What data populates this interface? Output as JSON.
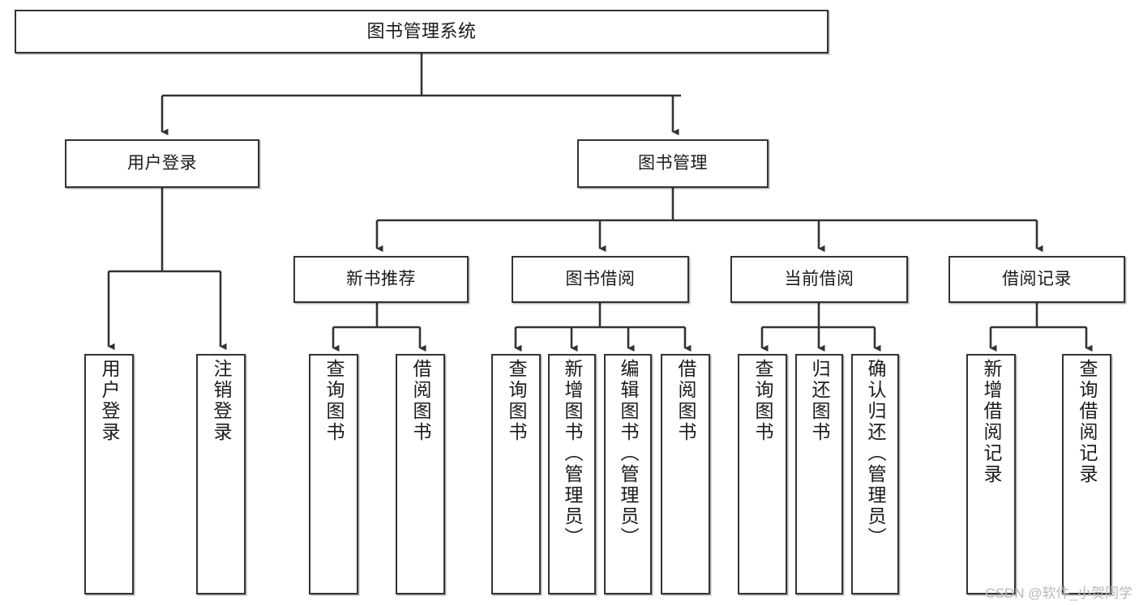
{
  "diagram": {
    "title": "图书管理系统",
    "type": "tree-hierarchy-chart",
    "watermark": "CSDN @软件_小贺同学",
    "colors": {
      "stroke": "#333333",
      "fill": "#ffffff",
      "text": "#1b1b1b",
      "watermark": "#b9b9b9"
    },
    "nodes": {
      "root": {
        "label": "图书管理系统",
        "level": 1,
        "orientation": "horizontal"
      },
      "level2": [
        {
          "id": "user-login",
          "label": "用户登录",
          "orientation": "horizontal"
        },
        {
          "id": "book-management",
          "label": "图书管理",
          "orientation": "horizontal"
        }
      ],
      "level3": [
        {
          "id": "new-book-recommend",
          "label": "新书推荐",
          "orientation": "horizontal"
        },
        {
          "id": "book-borrow",
          "label": "图书借阅",
          "orientation": "horizontal"
        },
        {
          "id": "current-borrow",
          "label": "当前借阅",
          "orientation": "horizontal"
        },
        {
          "id": "borrow-record",
          "label": "借阅记录",
          "orientation": "horizontal"
        }
      ],
      "leaves": [
        {
          "id": "leaf-user-login",
          "label": "用户登录",
          "parent": "user-login",
          "orientation": "vertical"
        },
        {
          "id": "leaf-logout-login",
          "label": "注销登录",
          "parent": "user-login",
          "orientation": "vertical"
        },
        {
          "id": "leaf-query-book-1",
          "label": "查询图书",
          "parent": "new-book-recommend",
          "orientation": "vertical"
        },
        {
          "id": "leaf-borrow-book-1",
          "label": "借阅图书",
          "parent": "new-book-recommend",
          "orientation": "vertical"
        },
        {
          "id": "leaf-query-book-2",
          "label": "查询图书",
          "parent": "book-borrow",
          "orientation": "vertical"
        },
        {
          "id": "leaf-add-book",
          "label": "新增图书（管理员）",
          "parent": "book-borrow",
          "orientation": "vertical"
        },
        {
          "id": "leaf-edit-book",
          "label": "编辑图书（管理员）",
          "parent": "book-borrow",
          "orientation": "vertical"
        },
        {
          "id": "leaf-borrow-book-2",
          "label": "借阅图书",
          "parent": "book-borrow",
          "orientation": "vertical"
        },
        {
          "id": "leaf-query-book-3",
          "label": "查询图书",
          "parent": "current-borrow",
          "orientation": "vertical"
        },
        {
          "id": "leaf-return-book",
          "label": "归还图书",
          "parent": "current-borrow",
          "orientation": "vertical"
        },
        {
          "id": "leaf-confirm-return",
          "label": "确认归还（管理员）",
          "parent": "current-borrow",
          "orientation": "vertical"
        },
        {
          "id": "leaf-add-record",
          "label": "新增借阅记录",
          "parent": "borrow-record",
          "orientation": "vertical"
        },
        {
          "id": "leaf-query-record",
          "label": "查询借阅记录",
          "parent": "borrow-record",
          "orientation": "vertical"
        }
      ]
    }
  }
}
